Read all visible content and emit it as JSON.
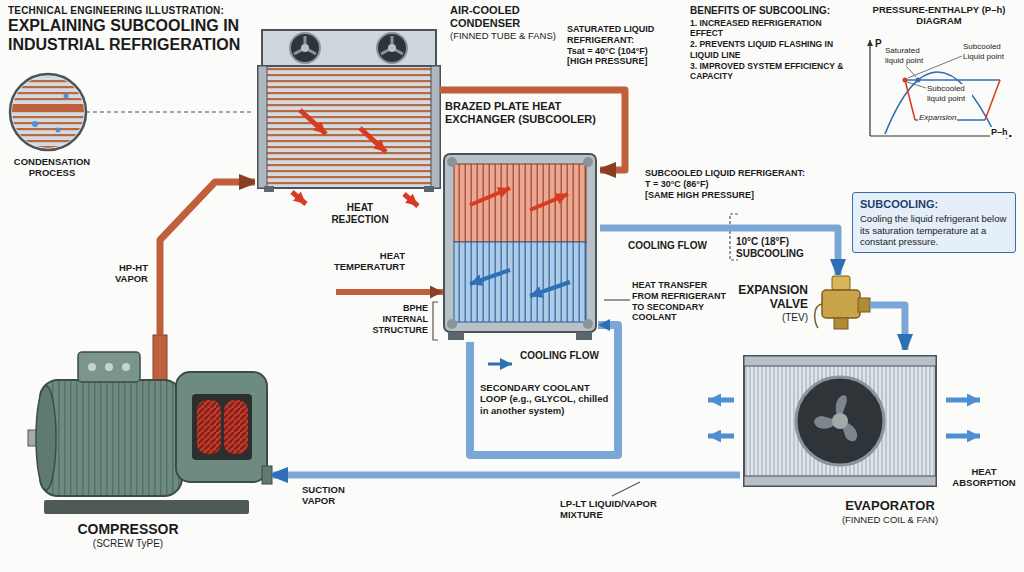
{
  "diagram": {
    "title": "EXPLAINING SUBCOOLING IN INDUSTRIAL REFRIGERATION",
    "nodes": [
      {
        "text": [
          "AIR-COOLED CONDENSER",
          "(FINNED TUBE & FANS)"
        ]
      },
      {
        "text": [
          "BRAZED PLATE HEAT EXCHANGER (SUBCOOLER)"
        ]
      },
      {
        "text": [
          "EXPANSION VALVE",
          "(TEV)"
        ]
      },
      {
        "text": [
          "EVAPORATOR",
          "(FINNED COIL & FAN)"
        ]
      },
      {
        "text": [
          "COMPRESSOR",
          "(SCREW TyPE)"
        ]
      },
      {
        "text": [
          "SUBCOOLING:",
          "Cooling the liquid refrigerant below its saturation temperature at a constant pressure."
        ]
      }
    ],
    "edges": [
      {
        "from": 4,
        "to": 0,
        "arrow": "to",
        "label": "HP-HT VAPOR"
      },
      {
        "from": 0,
        "to": 1,
        "arrow": "to"
      },
      {
        "from": 1,
        "to": 2,
        "arrow": "to"
      },
      {
        "from": 2,
        "to": 3,
        "arrow": "to"
      },
      {
        "from": 3,
        "to": 4,
        "arrow": "to",
        "label": "SUCTION VAPOR"
      }
    ],
    "labels": [
      "TECHNICAL ENGINEERING ILLUSTRATION:",
      "CONDENSATION PROCESS",
      "HEAT REJECTION",
      "SATURATED LIQUID REFRIGERANT:",
      "Tsat = 40°C (104°F)",
      "[HIGH PRESSURE]",
      "BENEFITS OF SUBCOOLING:",
      "1. INCREASED REFRIGERATION EFFECT",
      "2. PREVENTS LIQUID FLASHING IN LIQUID LINE",
      "3. IMPROVED SYSTEM EFFICIENCY & CAPACITY",
      "PRESSURE-ENTHALPY (P–h) DIAGRAM",
      "P",
      "Saturated liquid point",
      "Subcooled Liquid point",
      "Subcooled liquid point",
      "Expansion",
      "P–h",
      "HEAT TEMPERATURT",
      "BPHE INTERNAL STRUCTURE",
      "COOLING FLOW",
      "HEAT TRANSFER FROM REFRIGERANT TO SECONDARY COOLANT",
      "COOLING FLOW",
      "SECONDARY COOLANT LOOP (e.g., GLYCOL, chilled in another system)",
      "SUBCOOLED LIQUID REFRIGERANT:",
      "T = 30°C (86°F)",
      "[SAME HIGH PRESSURE]",
      "10°C (18°F) SUBCOOLING",
      "HEAT ABSORPTION",
      "LP-LT LIQUID/VAPOR MIXTURE"
    ]
  }
}
